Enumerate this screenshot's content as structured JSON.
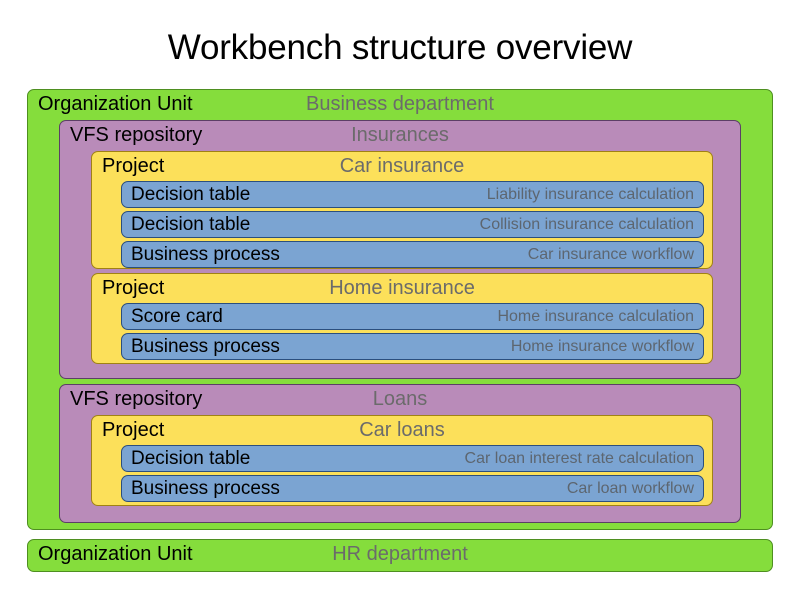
{
  "title": "Workbench structure overview",
  "colors": {
    "organization_unit": "#85dd3c",
    "vfs_repository": "#b98bb9",
    "project": "#fce05a",
    "asset": "#7ba4d2",
    "type_label": "#000000",
    "name_label": "#6b6b6b",
    "asset_name_label": "#5d6670",
    "background": "#ffffff"
  },
  "labels": {
    "organization_unit": "Organization Unit",
    "vfs_repository": "VFS repository",
    "project": "Project",
    "decision_table": "Decision table",
    "business_process": "Business process",
    "score_card": "Score card"
  },
  "organization_units": [
    {
      "type": "Organization Unit",
      "name": "Business department",
      "repositories": [
        {
          "type": "VFS repository",
          "name": "Insurances",
          "projects": [
            {
              "type": "Project",
              "name": "Car insurance",
              "assets": [
                {
                  "type": "Decision table",
                  "name": "Liability insurance calculation"
                },
                {
                  "type": "Decision table",
                  "name": "Collision insurance calculation"
                },
                {
                  "type": "Business process",
                  "name": "Car insurance workflow"
                }
              ]
            },
            {
              "type": "Project",
              "name": "Home insurance",
              "assets": [
                {
                  "type": "Score card",
                  "name": "Home insurance calculation"
                },
                {
                  "type": "Business process",
                  "name": "Home insurance workflow"
                }
              ]
            }
          ]
        },
        {
          "type": "VFS repository",
          "name": "Loans",
          "projects": [
            {
              "type": "Project",
              "name": "Car loans",
              "assets": [
                {
                  "type": "Decision table",
                  "name": "Car loan interest rate calculation"
                },
                {
                  "type": "Business process",
                  "name": "Car loan workflow"
                }
              ]
            }
          ]
        }
      ]
    },
    {
      "type": "Organization Unit",
      "name": "HR department",
      "repositories": []
    }
  ]
}
